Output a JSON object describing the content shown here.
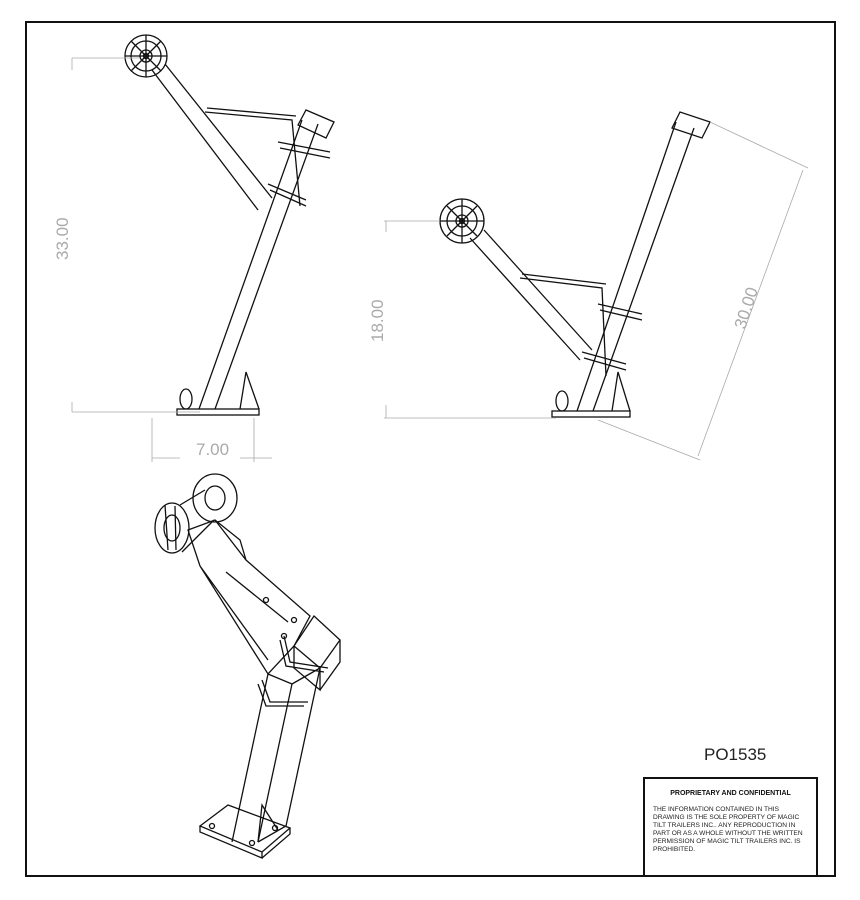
{
  "dimensions": {
    "side_view_height": "33.00",
    "side_view_base_width": "7.00",
    "angled_view_roller_height": "18.00",
    "angled_view_post_length": "30.00"
  },
  "title_block": {
    "part_number": "PO1535",
    "notice_title": "PROPRIETARY AND CONFIDENTIAL",
    "notice_text": "THE INFORMATION CONTAINED IN THIS DRAWING IS THE SOLE PROPERTY OF MAGIC TILT TRAILERS INC.. ANY REPRODUCTION IN PART OR AS A WHOLE WITHOUT THE WRITTEN PERMISSION OF MAGIC TILT TRAILERS INC. IS PROHIBITED."
  },
  "colors": {
    "line": "#111111",
    "dimension": "#aaaaaa",
    "background": "#ffffff"
  }
}
